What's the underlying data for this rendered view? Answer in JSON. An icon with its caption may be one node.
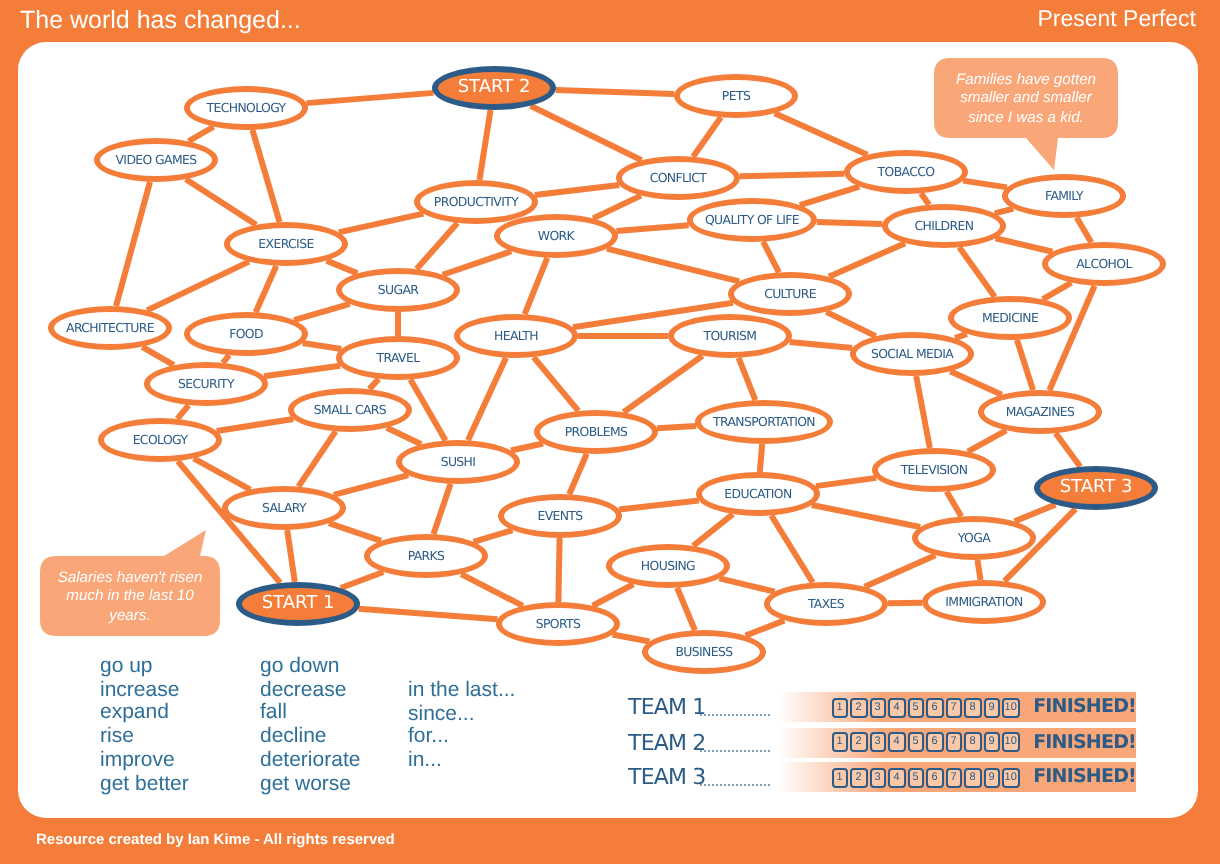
{
  "diagram": {
    "title": "The world has changed...",
    "nodes": [
      {
        "text": [
          "START 2"
        ]
      },
      {
        "text": [
          "TECHNOLOGY"
        ]
      },
      {
        "text": [
          "PETS"
        ]
      },
      {
        "text": [
          "VIDEO GAMES"
        ]
      },
      {
        "text": [
          "CONFLICT"
        ]
      },
      {
        "text": [
          "TOBACCO"
        ]
      },
      {
        "text": [
          "FAMILY"
        ]
      },
      {
        "text": [
          "PRODUCTIVITY"
        ]
      },
      {
        "text": [
          "QUALITY OF LIFE"
        ]
      },
      {
        "text": [
          "CHILDREN"
        ]
      },
      {
        "text": [
          "WORK"
        ]
      },
      {
        "text": [
          "EXERCISE"
        ]
      },
      {
        "text": [
          "ALCOHOL"
        ]
      },
      {
        "text": [
          "SUGAR"
        ]
      },
      {
        "text": [
          "CULTURE"
        ]
      },
      {
        "text": [
          "ARCHITECTURE"
        ]
      },
      {
        "text": [
          "FOOD"
        ]
      },
      {
        "text": [
          "HEALTH"
        ]
      },
      {
        "text": [
          "TOURISM"
        ]
      },
      {
        "text": [
          "TRAVEL"
        ]
      },
      {
        "text": [
          "MEDICINE"
        ]
      },
      {
        "text": [
          "SOCIAL MEDIA"
        ]
      },
      {
        "text": [
          "SECURITY"
        ]
      },
      {
        "text": [
          "SMALL CARS"
        ]
      },
      {
        "text": [
          "MAGAZINES"
        ]
      },
      {
        "text": [
          "PROBLEMS"
        ]
      },
      {
        "text": [
          "TRANSPORTATION"
        ]
      },
      {
        "text": [
          "ECOLOGY"
        ]
      },
      {
        "text": [
          "SUSHI"
        ]
      },
      {
        "text": [
          "TELEVISION"
        ]
      },
      {
        "text": [
          "START 3"
        ]
      },
      {
        "text": [
          "EDUCATION"
        ]
      },
      {
        "text": [
          "SALARY"
        ]
      },
      {
        "text": [
          "EVENTS"
        ]
      },
      {
        "text": [
          "YOGA"
        ]
      },
      {
        "text": [
          "PARKS"
        ]
      },
      {
        "text": [
          "HOUSING"
        ]
      },
      {
        "text": [
          "START 1"
        ]
      },
      {
        "text": [
          "TAXES"
        ]
      },
      {
        "text": [
          "IMMIGRATION"
        ]
      },
      {
        "text": [
          "SPORTS"
        ]
      },
      {
        "text": [
          "BUSINESS"
        ]
      },
      {
        "text": [
          "Families have gotten smaller and smaller since I was a kid."
        ]
      },
      {
        "text": [
          "Salaries haven't risen much in the last 10 years."
        ]
      }
    ],
    "edges": [
      {
        "from": 1,
        "to": 0,
        "arrow": "none"
      },
      {
        "from": 1,
        "to": 3,
        "arrow": "none"
      },
      {
        "from": 1,
        "to": 11,
        "arrow": "none"
      },
      {
        "from": 3,
        "to": 11,
        "arrow": "none"
      },
      {
        "from": 3,
        "to": 15,
        "arrow": "none"
      },
      {
        "from": 0,
        "to": 7,
        "arrow": "none"
      },
      {
        "from": 0,
        "to": 2,
        "arrow": "none"
      },
      {
        "from": 0,
        "to": 4,
        "arrow": "none"
      },
      {
        "from": 7,
        "to": 11,
        "arrow": "none"
      },
      {
        "from": 7,
        "to": 13,
        "arrow": "none"
      },
      {
        "from": 7,
        "to": 4,
        "arrow": "none"
      },
      {
        "from": 10,
        "to": 4,
        "arrow": "none"
      },
      {
        "from": 10,
        "to": 8,
        "arrow": "none"
      },
      {
        "from": 10,
        "to": 14,
        "arrow": "none"
      },
      {
        "from": 11,
        "to": 13,
        "arrow": "none"
      },
      {
        "from": 11,
        "to": 15,
        "arrow": "none"
      },
      {
        "from": 11,
        "to": 16,
        "arrow": "none"
      },
      {
        "from": 13,
        "to": 10,
        "arrow": "none"
      },
      {
        "from": 13,
        "to": 16,
        "arrow": "none"
      },
      {
        "from": 13,
        "to": 19,
        "arrow": "none"
      },
      {
        "from": 10,
        "to": 17,
        "arrow": "none"
      },
      {
        "from": 17,
        "to": 14,
        "arrow": "none"
      },
      {
        "from": 17,
        "to": 18,
        "arrow": "none"
      },
      {
        "from": 2,
        "to": 4,
        "arrow": "none"
      },
      {
        "from": 2,
        "to": 5,
        "arrow": "none"
      },
      {
        "from": 4,
        "to": 5,
        "arrow": "none"
      },
      {
        "from": 8,
        "to": 5,
        "arrow": "none"
      },
      {
        "from": 8,
        "to": 9,
        "arrow": "none"
      },
      {
        "from": 8,
        "to": 14,
        "arrow": "none"
      },
      {
        "from": 5,
        "to": 9,
        "arrow": "none"
      },
      {
        "from": 5,
        "to": 6,
        "arrow": "none"
      },
      {
        "from": 9,
        "to": 6,
        "arrow": "none"
      },
      {
        "from": 9,
        "to": 12,
        "arrow": "none"
      },
      {
        "from": 9,
        "to": 20,
        "arrow": "none"
      },
      {
        "from": 9,
        "to": 14,
        "arrow": "none"
      },
      {
        "from": 6,
        "to": 12,
        "arrow": "none"
      },
      {
        "from": 12,
        "to": 20,
        "arrow": "none"
      },
      {
        "from": 12,
        "to": 24,
        "arrow": "none"
      },
      {
        "from": 14,
        "to": 21,
        "arrow": "none"
      },
      {
        "from": 15,
        "to": 22,
        "arrow": "none"
      },
      {
        "from": 16,
        "to": 22,
        "arrow": "none"
      },
      {
        "from": 16,
        "to": 19,
        "arrow": "none"
      },
      {
        "from": 22,
        "to": 19,
        "arrow": "none"
      },
      {
        "from": 22,
        "to": 27,
        "arrow": "none"
      },
      {
        "from": 19,
        "to": 23,
        "arrow": "none"
      },
      {
        "from": 19,
        "to": 28,
        "arrow": "none"
      },
      {
        "from": 17,
        "to": 28,
        "arrow": "none"
      },
      {
        "from": 17,
        "to": 25,
        "arrow": "none"
      },
      {
        "from": 23,
        "to": 27,
        "arrow": "none"
      },
      {
        "from": 23,
        "to": 32,
        "arrow": "none"
      },
      {
        "from": 23,
        "to": 28,
        "arrow": "none"
      },
      {
        "from": 27,
        "to": 32,
        "arrow": "none"
      },
      {
        "from": 27,
        "to": 37,
        "arrow": "none"
      },
      {
        "from": 32,
        "to": 28,
        "arrow": "none"
      },
      {
        "from": 32,
        "to": 37,
        "arrow": "none"
      },
      {
        "from": 32,
        "to": 35,
        "arrow": "none"
      },
      {
        "from": 28,
        "to": 35,
        "arrow": "none"
      },
      {
        "from": 28,
        "to": 25,
        "arrow": "none"
      },
      {
        "from": 35,
        "to": 33,
        "arrow": "none"
      },
      {
        "from": 35,
        "to": 37,
        "arrow": "none"
      },
      {
        "from": 35,
        "to": 40,
        "arrow": "none"
      },
      {
        "from": 37,
        "to": 40,
        "arrow": "none"
      },
      {
        "from": 33,
        "to": 40,
        "arrow": "none"
      },
      {
        "from": 25,
        "to": 33,
        "arrow": "none"
      },
      {
        "from": 40,
        "to": 36,
        "arrow": "none"
      },
      {
        "from": 18,
        "to": 21,
        "arrow": "none"
      },
      {
        "from": 18,
        "to": 26,
        "arrow": "none"
      },
      {
        "from": 18,
        "to": 25,
        "arrow": "none"
      },
      {
        "from": 21,
        "to": 20,
        "arrow": "none"
      },
      {
        "from": 21,
        "to": 24,
        "arrow": "none"
      },
      {
        "from": 21,
        "to": 29,
        "arrow": "none"
      },
      {
        "from": 20,
        "to": 24,
        "arrow": "none"
      },
      {
        "from": 24,
        "to": 29,
        "arrow": "none"
      },
      {
        "from": 24,
        "to": 30,
        "arrow": "none"
      },
      {
        "from": 25,
        "to": 26,
        "arrow": "none"
      },
      {
        "from": 26,
        "to": 31,
        "arrow": "none"
      },
      {
        "from": 31,
        "to": 29,
        "arrow": "none"
      },
      {
        "from": 31,
        "to": 34,
        "arrow": "none"
      },
      {
        "from": 31,
        "to": 36,
        "arrow": "none"
      },
      {
        "from": 31,
        "to": 38,
        "arrow": "none"
      },
      {
        "from": 33,
        "to": 31,
        "arrow": "none"
      },
      {
        "from": 29,
        "to": 34,
        "arrow": "none"
      },
      {
        "from": 30,
        "to": 34,
        "arrow": "none"
      },
      {
        "from": 30,
        "to": 39,
        "arrow": "none"
      },
      {
        "from": 34,
        "to": 39,
        "arrow": "none"
      },
      {
        "from": 34,
        "to": 38,
        "arrow": "none"
      },
      {
        "from": 38,
        "to": 39,
        "arrow": "none"
      },
      {
        "from": 36,
        "to": 38,
        "arrow": "none"
      },
      {
        "from": 36,
        "to": 41,
        "arrow": "none"
      },
      {
        "from": 41,
        "to": 38,
        "arrow": "none"
      },
      {
        "from": 40,
        "to": 41,
        "arrow": "none"
      }
    ],
    "labels": [
      "Present Perfect",
      "go up",
      "increase",
      "expand",
      "rise",
      "improve",
      "get better",
      "go down",
      "decrease",
      "fall",
      "decline",
      "deteriorate",
      "get worse",
      "in the last...",
      "since...",
      "for...",
      "in...",
      "TEAM 1",
      "1",
      "2",
      "3",
      "4",
      "5",
      "6",
      "7",
      "8",
      "9",
      "10",
      "FINISHED!",
      "TEAM 2",
      "1",
      "2",
      "3",
      "4",
      "5",
      "6",
      "7",
      "8",
      "9",
      "10",
      "FINISHED!",
      "TEAM 3",
      "1",
      "2",
      "3",
      "4",
      "5",
      "6",
      "7",
      "8",
      "9",
      "10",
      "FINISHED!",
      "Resource created by Ian Kime - All rights reserved"
    ]
  }
}
